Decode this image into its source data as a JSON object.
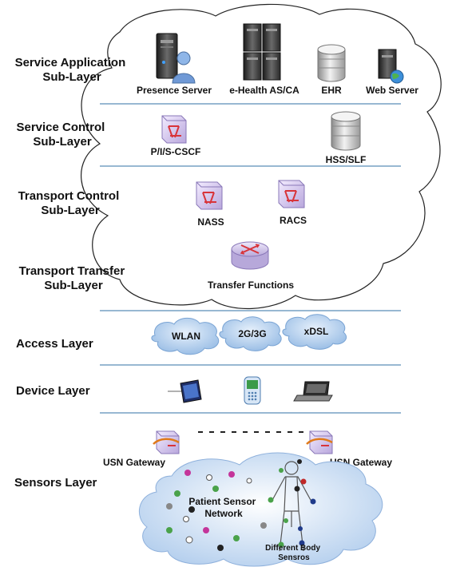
{
  "layers": {
    "service_application": [
      "Service Application",
      "Sub-Layer"
    ],
    "service_control": [
      "Service Control",
      "Sub-Layer"
    ],
    "transport_control": [
      "Transport Control",
      "Sub-Layer"
    ],
    "transport_transfer": [
      "Transport Transfer",
      "Sub-Layer"
    ],
    "access": "Access Layer",
    "device": "Device Layer",
    "sensors": "Sensors Layer"
  },
  "components": {
    "presence_server": "Presence Server",
    "ehealth": "e-Health AS/CA",
    "ehr": "EHR",
    "web_server": "Web Server",
    "pics_cscf": "P/I/S-CSCF",
    "hss_slf": "HSS/SLF",
    "nass": "NASS",
    "racs": "RACS",
    "transfer_functions": "Transfer Functions"
  },
  "access_networks": {
    "wlan": "WLAN",
    "cellular": "2G/3G",
    "xdsl": "xDSL"
  },
  "sensors": {
    "usn_gateway_left": "USN Gateway",
    "usn_gateway_right": "USN Gateway",
    "patient_network": [
      "Patient Sensor",
      "Network"
    ],
    "body_sensors": [
      "Different Body",
      "Sensros"
    ]
  },
  "colors": {
    "cloud_stroke": "#222222",
    "divider": "#5b8db8",
    "access_cloud": "#b9d3ee",
    "sensor_cloud": "#c8dcf2",
    "router": "#d9cfee",
    "switch_red": "#d8343a"
  }
}
